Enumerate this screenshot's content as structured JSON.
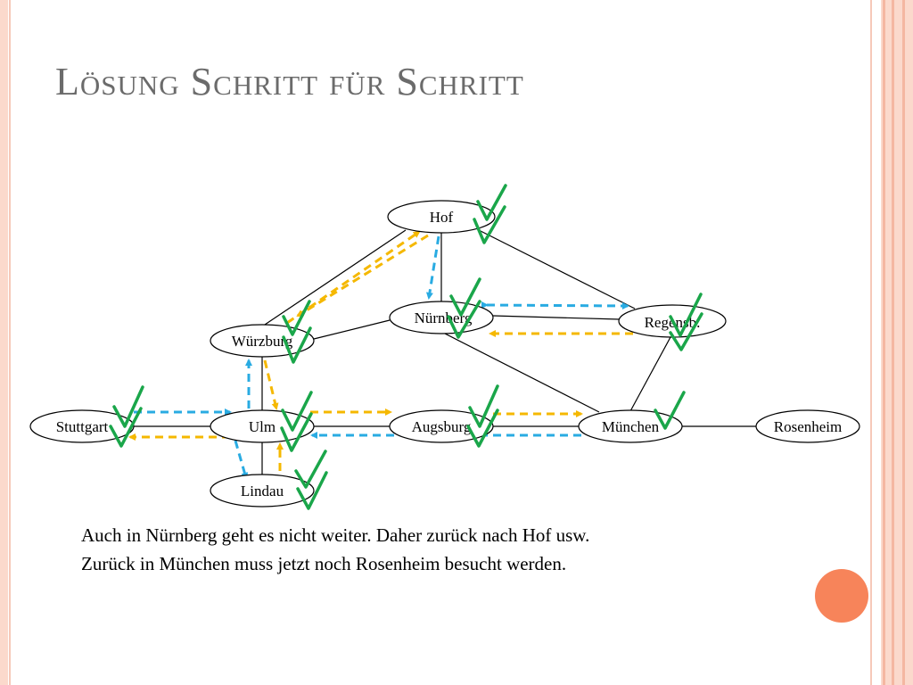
{
  "title": "Lösung Schritt für Schritt",
  "body_lines": [
    "Auch in Nürnberg geht es nicht weiter. Daher zurück nach Hof usw.",
    "Zurück in München muss jetzt noch Rosenheim besucht werden."
  ],
  "graph": {
    "nodes": [
      {
        "id": "hof",
        "label": "Hof"
      },
      {
        "id": "nuernberg",
        "label": "Nürnberg"
      },
      {
        "id": "regensb",
        "label": "Regensb."
      },
      {
        "id": "wuerzburg",
        "label": "Würzburg"
      },
      {
        "id": "stuttgart",
        "label": "Stuttgart"
      },
      {
        "id": "ulm",
        "label": "Ulm"
      },
      {
        "id": "augsburg",
        "label": "Augsburg"
      },
      {
        "id": "muenchen",
        "label": "München"
      },
      {
        "id": "rosenheim",
        "label": "Rosenheim"
      },
      {
        "id": "lindau",
        "label": "Lindau"
      }
    ],
    "edges": [
      [
        "hof",
        "wuerzburg"
      ],
      [
        "hof",
        "nuernberg"
      ],
      [
        "hof",
        "regensb"
      ],
      [
        "nuernberg",
        "wuerzburg"
      ],
      [
        "nuernberg",
        "regensb"
      ],
      [
        "nuernberg",
        "muenchen"
      ],
      [
        "regensb",
        "muenchen"
      ],
      [
        "wuerzburg",
        "ulm"
      ],
      [
        "stuttgart",
        "ulm"
      ],
      [
        "ulm",
        "augsburg"
      ],
      [
        "ulm",
        "lindau"
      ],
      [
        "augsburg",
        "muenchen"
      ],
      [
        "muenchen",
        "rosenheim"
      ]
    ],
    "visited": [
      "hof",
      "nuernberg",
      "regensb",
      "wuerzburg",
      "stuttgart",
      "ulm",
      "augsburg",
      "muenchen",
      "lindau"
    ]
  },
  "colors": {
    "title": "#6b6b6b",
    "forward_arrow": "#29abe2",
    "back_arrow": "#f5b800",
    "check": "#1aa64a",
    "accent_circle": "#f7845a",
    "border_light": "#fbd9cc",
    "border_mid": "#f4b7a2"
  },
  "icons": {
    "check": "check-mark-icon",
    "decoration": "orange-circle-icon"
  }
}
